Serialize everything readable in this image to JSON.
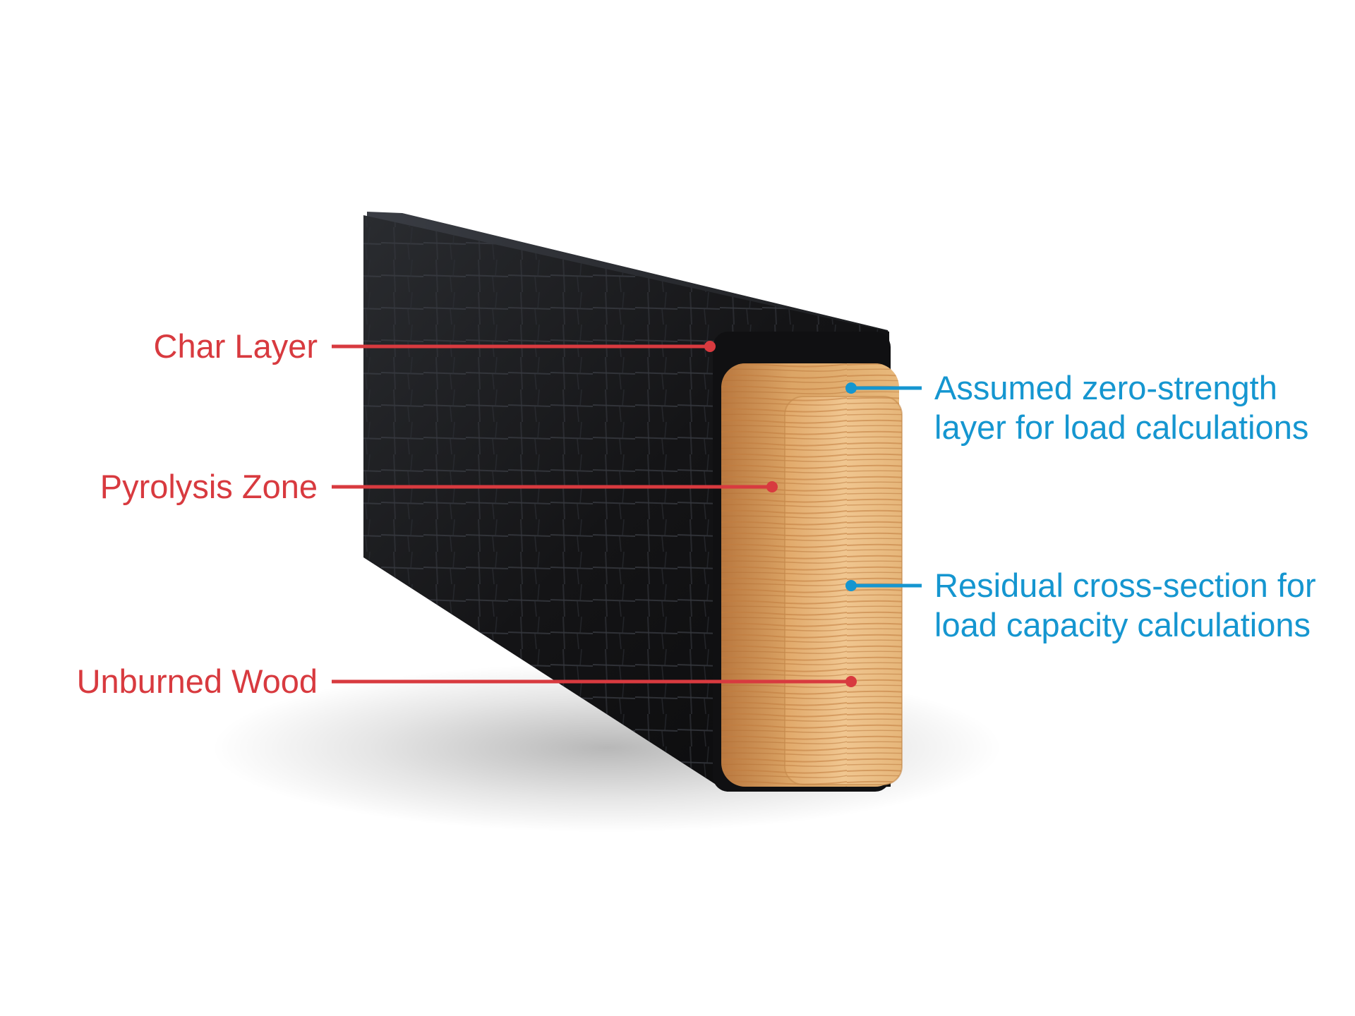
{
  "colors": {
    "left_callouts": "#d83a3f",
    "right_callouts": "#1596d0",
    "char": "#141414",
    "wood": "#e4b173",
    "background": "#ffffff"
  },
  "left_callouts": [
    {
      "id": "char-layer",
      "label": "Char Layer"
    },
    {
      "id": "pyrolysis-zone",
      "label": "Pyrolysis Zone"
    },
    {
      "id": "unburned-wood",
      "label": "Unburned Wood"
    }
  ],
  "right_callouts": [
    {
      "id": "zero-strength",
      "lines": [
        "Assumed zero-strength",
        "layer for load calculations"
      ]
    },
    {
      "id": "residual-section",
      "lines": [
        "Residual cross-section for",
        "load capacity calculations"
      ]
    }
  ]
}
